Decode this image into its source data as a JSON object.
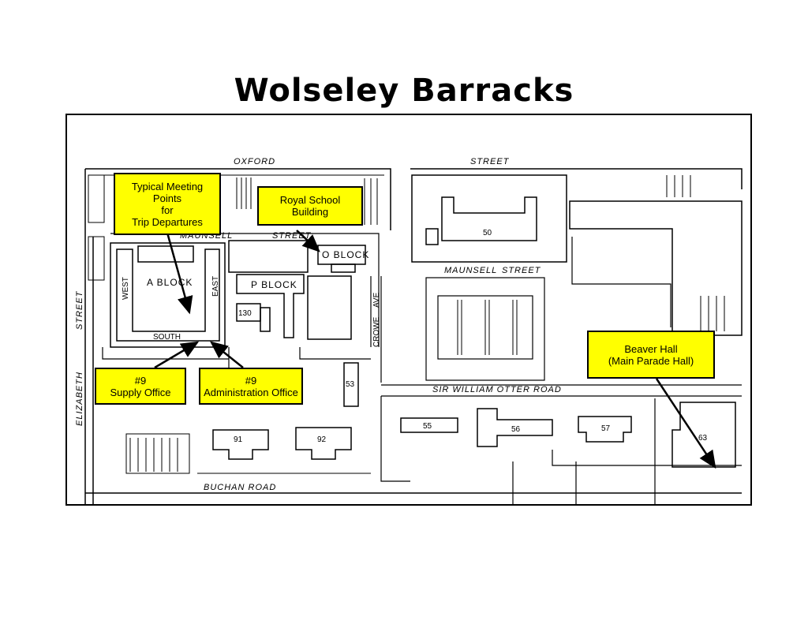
{
  "title": "Wolseley Barracks",
  "streets": {
    "oxford": "OXFORD",
    "street_top": "STREET",
    "maunsell_top": "MAUNSELL",
    "street_q": "STREET",
    "maunsell": "MAUNSELL",
    "street_m": "STREET",
    "elizabeth": "ELIZABETH",
    "street_left": "STREET",
    "crowe": "CROWE",
    "ave": "AVE",
    "sir_william": "SIR WILLIAM OTTER ROAD",
    "buchan": "BUCHAN ROAD"
  },
  "blocks": {
    "a_block": "A BLOCK",
    "west": "WEST",
    "east": "EAST",
    "south": "SOUTH",
    "p_block": "P BLOCK",
    "o_block": "O BLOCK",
    "b130": "130",
    "b50": "50",
    "b53": "53",
    "b55": "55",
    "b56": "56",
    "b57": "57",
    "b63": "63",
    "b91": "91",
    "b92": "92"
  },
  "callouts": {
    "meeting": "Typical Meeting\nPoints\nfor\nTrip Departures",
    "royal": "Royal School Building",
    "supply": "#9\nSupply Office",
    "admin": "#9\nAdministration Office",
    "beaver": "Beaver Hall\n(Main Parade Hall)"
  },
  "colors": {
    "callout_bg": "#ffff00",
    "line": "#000000"
  }
}
